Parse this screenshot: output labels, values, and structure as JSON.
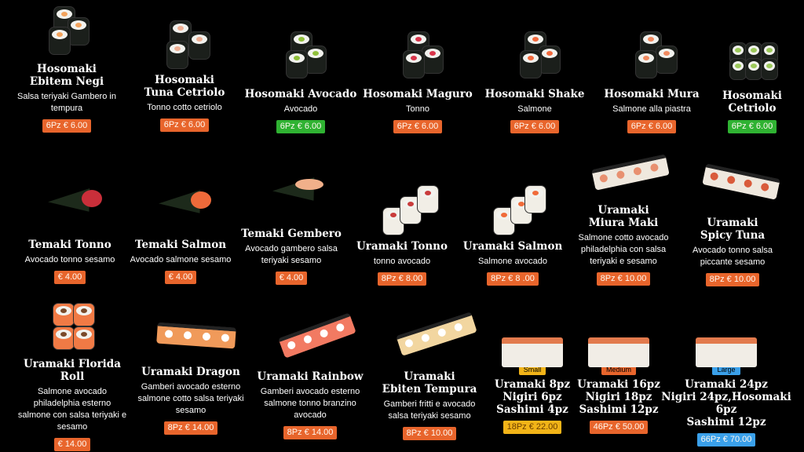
{
  "items": [
    {
      "title": "Hosomaki\nEbitem Negi",
      "desc": "Salsa teriyaki Gambero in tempura",
      "price": "6Pz  € 6.00",
      "color": "#e8652c",
      "fill": "#f3a35c"
    },
    {
      "title": "Hosomaki\nTuna Cetriolo",
      "desc": "Tonno cotto cetriolo",
      "price": "6Pz  € 6.00",
      "color": "#e8652c",
      "fill": "#f0b094"
    },
    {
      "title": "Hosomaki Avocado",
      "desc": "Avocado",
      "price": "6Pz  € 6.00",
      "color": "#2fb232",
      "fill": "#8fbf3a"
    },
    {
      "title": "Hosomaki Maguro",
      "desc": "Tonno",
      "price": "6Pz  € 6.00",
      "color": "#e8652c",
      "fill": "#d8354a"
    },
    {
      "title": "Hosomaki Shake",
      "desc": "Salmone",
      "price": "6Pz  € 6.00",
      "color": "#e8652c",
      "fill": "#f26a3d"
    },
    {
      "title": "Hosomaki Mura",
      "desc": "Salmone alla piastra",
      "price": "6Pz  € 6.00",
      "color": "#e8652c",
      "fill": "#f08a60"
    },
    {
      "title": "Hosomaki\nCetriolo",
      "desc": "",
      "price": "6Pz  € 6.00",
      "color": "#2fb232",
      "fill": "#9cc95a"
    },
    {
      "title": "Temaki Tonno",
      "desc": "Avocado tonno sesamo",
      "price": "€ 4.00",
      "color": "#e8652c",
      "fill": "#c92f3a"
    },
    {
      "title": "Temaki Salmon",
      "desc": "Avocado salmone sesamo",
      "price": "€ 4.00",
      "color": "#e8652c",
      "fill": "#ee6a3a"
    },
    {
      "title": "Temaki Gembero",
      "desc": "Avocado gambero salsa teriyaki sesamo",
      "price": "€ 4.00",
      "color": "#e8652c",
      "fill": "#f1b08a"
    },
    {
      "title": "Uramaki Tonno",
      "desc": "tonno avocado",
      "price": "8Pz  € 8.00",
      "color": "#e8652c",
      "fill": "#c93c3c"
    },
    {
      "title": "Uramaki Salmon",
      "desc": "Salmone avocado",
      "price": "8Pz  € 8 .00",
      "color": "#e8652c",
      "fill": "#f06b3a"
    },
    {
      "title": "Uramaki\nMiura Maki",
      "desc": "Salmone cotto avocado philadelphia con salsa teriyaki e sesamo",
      "price": "8Pz  € 10.00",
      "color": "#e8652c",
      "fill": "#e89070"
    },
    {
      "title": "Uramaki\nSpicy Tuna",
      "desc": "Avocado tonno salsa piccante sesamo",
      "price": "8Pz  € 10.00",
      "color": "#e8652c",
      "fill": "#d95b3b"
    },
    {
      "title": "Uramaki Florida Roll",
      "desc": "Salmone avocado philadelphia esterno salmone con salsa teriyaki e sesamo",
      "price": "€ 14.00",
      "color": "#e8652c",
      "fill": "#f07a45"
    },
    {
      "title": "Uramaki Dragon",
      "desc": "Gamberi avocado esterno salmone cotto salsa teriyaki sesamo",
      "price": "8Pz  € 14.00",
      "color": "#e8652c",
      "fill": "#f09a5a"
    },
    {
      "title": "Uramaki Rainbow",
      "desc": "Gamberi avocado esterno salmone tonno branzino avocado",
      "price": "8Pz  € 14.00",
      "color": "#e8652c",
      "fill": "#f27a62"
    },
    {
      "title": "Uramaki\nEbiten Tempura",
      "desc": "Gamberi fritti e avocado salsa teriyaki sesamo",
      "price": "8Pz  € 10.00",
      "color": "#e8652c",
      "fill": "#f2d6a0"
    },
    {
      "badge": "Small",
      "badge_color": "#f2b418",
      "title": "Uramaki 8pz\nNigiri 6pz\nSashimi 4pz",
      "desc": "",
      "price": "18Pz  € 22.00",
      "color": "#f2b418",
      "fill": "#f26a3d"
    },
    {
      "badge": "Medium",
      "badge_color": "#e8652c",
      "title": "Uramaki 16pz\nNigiri 18pz\nSashimi 12pz",
      "desc": "",
      "price": "46Pz  € 50.00",
      "color": "#e8652c",
      "fill": "#f26a3d"
    },
    {
      "badge": "Large",
      "badge_color": "#3aa0ea",
      "title": "Uramaki 24pz\nNigiri 24pz,Hosomaki 6pz\nSashimi 12pz",
      "desc": "",
      "price": "66Pz  € 70.00",
      "color": "#3aa0ea",
      "fill": "#f26a3d"
    }
  ]
}
